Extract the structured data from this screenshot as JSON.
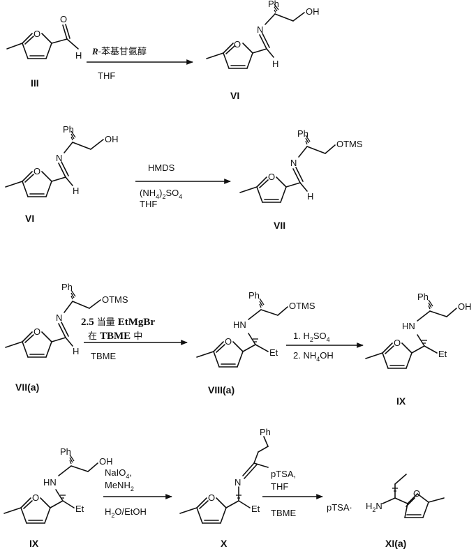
{
  "compounds": {
    "III": "III",
    "VI_top": "VI",
    "VI_left": "VI",
    "VII": "VII",
    "VIIa": "VII(a)",
    "VIIIa": "VIII(a)",
    "IX_mid": "IX",
    "IX_left": "IX",
    "X": "X",
    "XIa": "XI(a)"
  },
  "atoms": {
    "O": "O",
    "H": "H",
    "N": "N",
    "HN": "HN",
    "H2N": "H",
    "H2N_sub": "2",
    "H2N_N": "N",
    "Ph": "Ph",
    "OH": "OH",
    "OTMS": "OTMS",
    "Et": "Et",
    "pTSA_salt": "pTSA·"
  },
  "conditions": {
    "r1_reagent_R": "R",
    "r1_reagent_rest": "-苯基甘氨醇",
    "r1_solvent": "THF",
    "r2_reagent": "HMDS",
    "r2_salt_a": "(NH",
    "r2_salt_sub1": "4",
    "r2_salt_b": ")",
    "r2_salt_sub2": "2",
    "r2_salt_c": "SO",
    "r2_salt_sub3": "4",
    "r2_solvent": "THF",
    "r3_line1_num": "2.5",
    "r3_line1_cn": "当量",
    "r3_line1_reagent": "EtMgBr",
    "r3_line2_pre": "在",
    "r3_line2_solvent": "TBME",
    "r3_line2_post": "中",
    "r3_solvent": "TBME",
    "r4_step1_a": "1. H",
    "r4_step1_sub": "2",
    "r4_step1_b": "SO",
    "r4_step1_sub2": "4",
    "r4_step2_a": "2. NH",
    "r4_step2_sub": "4",
    "r4_step2_b": "OH",
    "r5_reagent_a": "NaIO",
    "r5_reagent_sub": "4",
    "r5_reagent_b": ",",
    "r5_reagent2_a": "MeNH",
    "r5_reagent2_sub": "2",
    "r5_solvent_a": "H",
    "r5_solvent_sub": "2",
    "r5_solvent_b": "O/EtOH",
    "r6_reagent": "pTSA,",
    "r6_reagent2": "THF",
    "r6_solvent": "TBME"
  }
}
